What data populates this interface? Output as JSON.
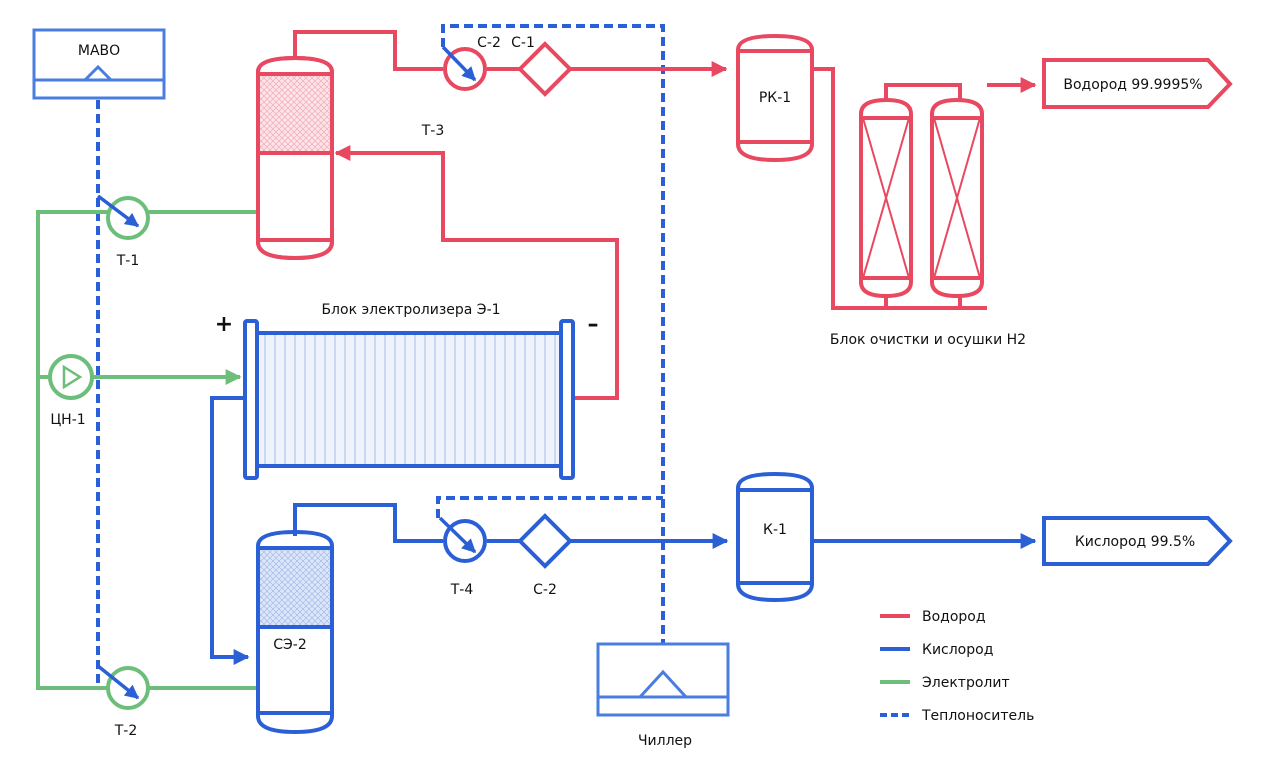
{
  "labels": {
    "mavo": "МАВО",
    "t1": "Т-1",
    "t2": "Т-2",
    "t3": "Т-3",
    "t4": "Т-4",
    "cn1": "ЦН-1",
    "c2_top": "С-2",
    "c1": "С-1",
    "c2_bottom": "С-2",
    "rk1": "РК-1",
    "k1": "К-1",
    "se2": "СЭ-2",
    "stack": "Блок электролизера Э-1",
    "plus": "+",
    "minus": "–",
    "chiller": "Чиллер",
    "purify": "Блок очистки и осушки Н2",
    "h2_out": "Водород 99.9995%",
    "o2_out": "Кислород 99.5%"
  },
  "legend": [
    {
      "label": "Водород",
      "color": "#E84860",
      "dashed": false
    },
    {
      "label": "Кислород",
      "color": "#2B5FD6",
      "dashed": false
    },
    {
      "label": "Электролит",
      "color": "#6DBE7B",
      "dashed": false
    },
    {
      "label": "Теплоноситель",
      "color": "#2B5FD6",
      "dashed": true
    }
  ],
  "colors": {
    "hydrogen": "#E84860",
    "oxygen": "#2B5FD6",
    "electrolyte": "#6DBE7B",
    "coolant": "#2B5FD6",
    "cooler_box": "#4A7DE0"
  }
}
